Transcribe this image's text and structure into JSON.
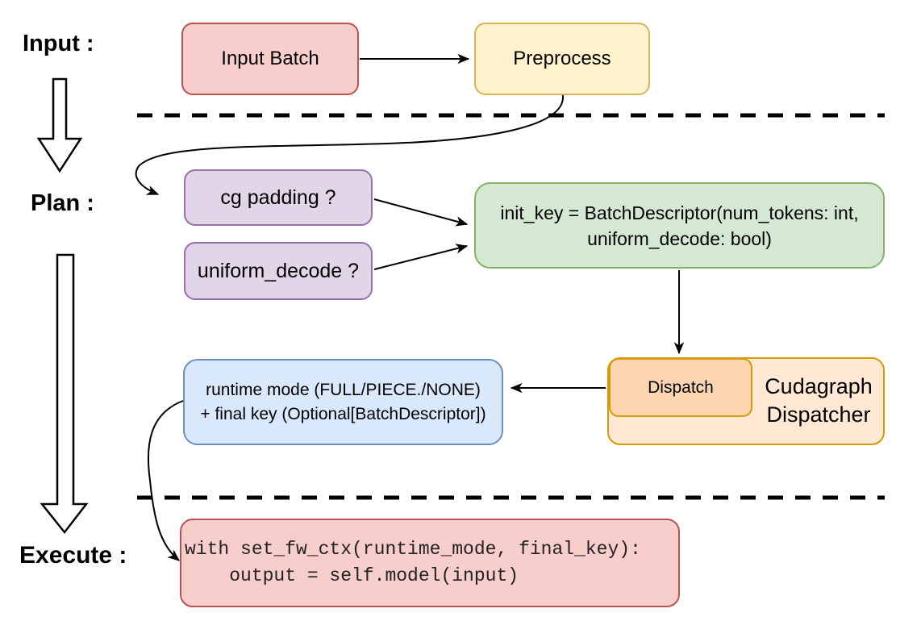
{
  "stage_labels": {
    "input": "Input :",
    "plan": "Plan :",
    "execute": "Execute :"
  },
  "nodes": {
    "input_batch": {
      "label": "Input Batch",
      "fill": "#f8cecc",
      "stroke": "#b85450"
    },
    "preprocess": {
      "label": "Preprocess",
      "fill": "#fff2cc",
      "stroke": "#d6b656"
    },
    "cg_padding": {
      "label": "cg padding ?",
      "fill": "#e1d5e7",
      "stroke": "#9673a6"
    },
    "uniform_decode": {
      "label": "uniform_decode ?",
      "fill": "#e1d5e7",
      "stroke": "#9673a6"
    },
    "init_key": {
      "line1": "init_key = BatchDescriptor(num_tokens: int,",
      "line2": "uniform_decode: bool)",
      "fill": "#d5e8d4",
      "stroke": "#82b366"
    },
    "dispatch": {
      "label": "Dispatch",
      "fill": "#fbd5b2",
      "stroke": "#d79b00"
    },
    "cudagraph_dispatcher": {
      "line1": "Cudagraph",
      "line2": "Dispatcher",
      "fill": "#ffe9d4",
      "stroke": "#d79b00"
    },
    "runtime_result": {
      "line1": "runtime mode (FULL/PIECE./NONE)",
      "line2": "+ final key (Optional[BatchDescriptor])",
      "fill": "#dae8fc",
      "stroke": "#6c8ebf"
    },
    "execute_code": {
      "line1": "with set_fw_ctx(runtime_mode, final_key):",
      "line2": "    output = self.model(input)",
      "fill": "#f8cecc",
      "stroke": "#b85450"
    }
  },
  "line_color": "#000000"
}
